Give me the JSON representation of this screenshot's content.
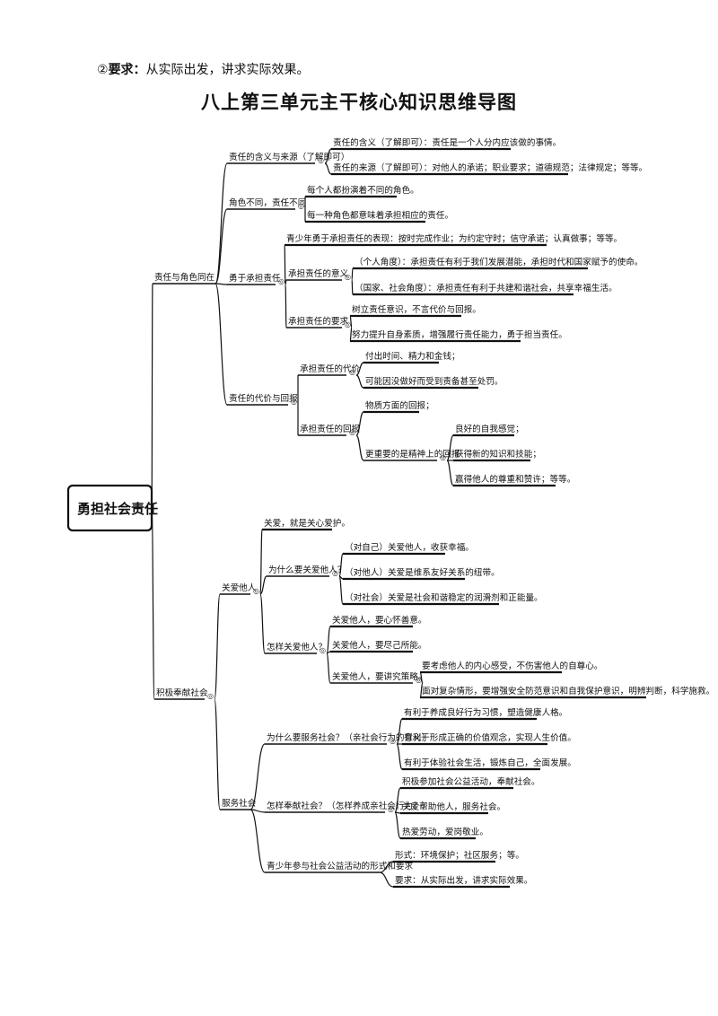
{
  "header": {
    "note_prefix": "②",
    "note_bold": "要求：",
    "note_text": "从实际出发，讲求实际效果。",
    "title": "八上第三单元主干核心知识思维导图"
  },
  "mindmap": {
    "root": "勇担社会责任",
    "marker": "◎",
    "branches": [
      {
        "label": "责任与角色同在",
        "children": [
          {
            "label": "责任的含义与来源（了解即可）",
            "children": [
              {
                "label": "责任的含义（了解即可）：责任是一个人分内应该做的事情。"
              },
              {
                "label": "责任的来源（了解即可）：对他人的承诺；职业要求；道德规范；法律规定；等等。"
              }
            ]
          },
          {
            "label": "角色不同，责任不同",
            "children": [
              {
                "label": "每个人都扮演着不同的角色。"
              },
              {
                "label": "每一种角色都意味着承担相应的责任。"
              }
            ]
          },
          {
            "label": "勇于承担责任",
            "children": [
              {
                "label": "青少年勇于承担责任的表现：按时完成作业；为约定守时；信守承诺；认真做事；等等。"
              },
              {
                "label": "承担责任的意义",
                "children": [
                  {
                    "label": "（个人角度）：承担责任有利于我们发展潜能，承担时代和国家赋予的使命。"
                  },
                  {
                    "label": "（国家、社会角度）：承担责任有利于共建和谐社会，共享幸福生活。"
                  }
                ]
              },
              {
                "label": "承担责任的要求",
                "children": [
                  {
                    "label": "树立责任意识，不言代价与回报。"
                  },
                  {
                    "label": "努力提升自身素质，增强履行责任能力，勇于担当责任。"
                  }
                ]
              }
            ]
          },
          {
            "label": "责任的代价与回报",
            "children": [
              {
                "label": "承担责任的代价",
                "children": [
                  {
                    "label": "付出时间、精力和金钱；"
                  },
                  {
                    "label": "可能因没做好而受到责备甚至处罚。"
                  }
                ]
              },
              {
                "label": "承担责任的回报",
                "children": [
                  {
                    "label": "物质方面的回报；"
                  },
                  {
                    "label": "更重要的是精神上的回报",
                    "children": [
                      {
                        "label": "良好的自我感觉；"
                      },
                      {
                        "label": "获得新的知识和技能；"
                      },
                      {
                        "label": "赢得他人的尊重和赞许；等等。"
                      }
                    ]
                  }
                ]
              }
            ]
          }
        ]
      },
      {
        "label": "积极奉献社会",
        "children": [
          {
            "label": "关爱他人",
            "children": [
              {
                "label": "关爱，就是关心爱护。"
              },
              {
                "label": "为什么要关爱他人？",
                "children": [
                  {
                    "label": "（对自己）关爱他人，收获幸福。"
                  },
                  {
                    "label": "（对他人）关爱是维系友好关系的纽带。"
                  },
                  {
                    "label": "（对社会）关爱是社会和谐稳定的润滑剂和正能量。"
                  }
                ]
              },
              {
                "label": "怎样关爱他人？",
                "children": [
                  {
                    "label": "关爱他人，要心怀善意。"
                  },
                  {
                    "label": "关爱他人，要尽己所能。"
                  },
                  {
                    "label": "关爱他人，要讲究策略。",
                    "children": [
                      {
                        "label": "要考虑他人的内心感受，不伤害他人的自尊心。"
                      },
                      {
                        "label": "面对复杂情形，要增强安全防范意识和自我保护意识，明辨判断，科学施救。"
                      }
                    ]
                  }
                ]
              }
            ]
          },
          {
            "label": "服务社会",
            "children": [
              {
                "label": "为什么要服务社会？（亲社会行为的意义）",
                "children": [
                  {
                    "label": "有利于养成良好行为习惯，塑造健康人格。"
                  },
                  {
                    "label": "有利于形成正确的价值观念，实现人生价值。"
                  },
                  {
                    "label": "有利于体验社会生活，锻炼自己，全面发展。"
                  }
                ]
              },
              {
                "label": "怎样奉献社会？（怎样养成亲社会行为？）",
                "children": [
                  {
                    "label": "积极参加社会公益活动，奉献社会。"
                  },
                  {
                    "label": "关爱帮助他人，服务社会。"
                  },
                  {
                    "label": "热爱劳动，爱岗敬业。"
                  }
                ]
              },
              {
                "label": "青少年参与社会公益活动的形式和要求",
                "children": [
                  {
                    "label": "形式：环境保护；社区服务；等。"
                  },
                  {
                    "label": "要求：从实际出发，讲求实际效果。"
                  }
                ]
              }
            ]
          }
        ]
      }
    ]
  }
}
